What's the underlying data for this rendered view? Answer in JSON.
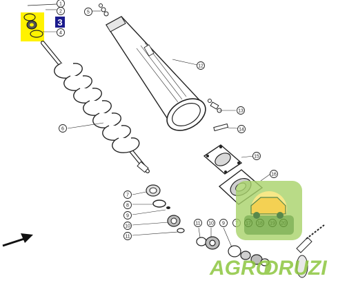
{
  "diagram": {
    "callouts": [
      {
        "id": "c1",
        "label": "1"
      },
      {
        "id": "c2",
        "label": "2"
      },
      {
        "id": "c4",
        "label": "4"
      },
      {
        "id": "c5",
        "label": "5"
      },
      {
        "id": "c6",
        "label": "6"
      },
      {
        "id": "c7",
        "label": "7"
      },
      {
        "id": "c8",
        "label": "8"
      },
      {
        "id": "c9",
        "label": "9"
      },
      {
        "id": "c10",
        "label": "10"
      },
      {
        "id": "c11",
        "label": "11"
      },
      {
        "id": "c12",
        "label": "12"
      },
      {
        "id": "c13",
        "label": "13"
      },
      {
        "id": "c14",
        "label": "14"
      },
      {
        "id": "c15",
        "label": "15"
      },
      {
        "id": "c16",
        "label": "16"
      },
      {
        "id": "r11",
        "label": "11"
      },
      {
        "id": "r10",
        "label": "10"
      },
      {
        "id": "r9",
        "label": "9"
      },
      {
        "id": "r7",
        "label": "7"
      },
      {
        "id": "r17",
        "label": "17"
      },
      {
        "id": "r18",
        "label": "18"
      },
      {
        "id": "r19",
        "label": "19"
      },
      {
        "id": "r20",
        "label": "20"
      }
    ],
    "highlight": {
      "label": "3",
      "color": "#fff200",
      "badge_color": "#1a1a8c"
    },
    "watermark": {
      "text_a": "AGRO",
      "text_b": "DRUZI",
      "color": "#8dc63f"
    }
  }
}
